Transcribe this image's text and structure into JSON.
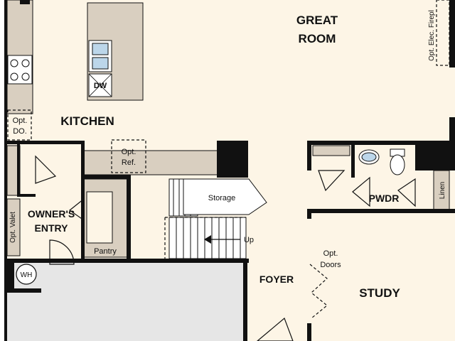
{
  "rooms": {
    "great_room": [
      "GREAT",
      "ROOM"
    ],
    "kitchen": "KITCHEN",
    "owners_entry": [
      "OWNER'S",
      "ENTRY"
    ],
    "foyer": "FOYER",
    "study": "STUDY",
    "powder": "PWDR",
    "pantry": "Pantry",
    "storage": "Storage",
    "linen": "Linen"
  },
  "fixtures": {
    "dishwasher": "DW",
    "water_heater": "WH",
    "stairs_up": "Up"
  },
  "notes": {
    "opt_elec_fireplace": "Opt. Elec. Firepl",
    "opt_do": [
      "Opt.",
      "DO."
    ],
    "opt_ref": [
      "Opt.",
      "Ref."
    ],
    "opt_valet": "Opt. Valet",
    "opt_doors": [
      "Opt.",
      "Doors"
    ]
  },
  "colors": {
    "floor": "#fdf5e6",
    "wall": "#111111",
    "counter": "#d9cfc0",
    "garage": "#e6e6e6",
    "appliance_blue": "#bcd6ea"
  }
}
